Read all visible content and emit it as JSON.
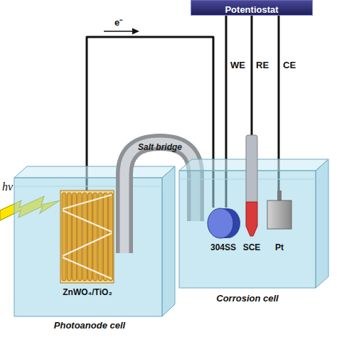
{
  "diagram": {
    "nodes": [
      {
        "text": [
          "Potentiostat"
        ]
      },
      {
        "text": [
          "Photoanode cell"
        ]
      },
      {
        "text": [
          "ZnWO₄/TiO₂"
        ],
        "in": 1
      },
      {
        "text": [
          "Salt bridge"
        ]
      },
      {
        "text": [
          "Corrosion cell"
        ]
      },
      {
        "text": [
          "304SS"
        ],
        "in": 4
      },
      {
        "text": [
          "SCE"
        ],
        "in": 4
      },
      {
        "text": [
          "Pt"
        ],
        "in": 4
      }
    ],
    "edges": [
      {
        "from": 2,
        "to": 5,
        "label": "e⁻",
        "arrow": "none"
      },
      {
        "from": 0,
        "to": 5,
        "label": "WE",
        "arrow": "none"
      },
      {
        "from": 0,
        "to": 6,
        "label": "RE",
        "arrow": "none"
      },
      {
        "from": 0,
        "to": 7,
        "label": "CE",
        "arrow": "none"
      }
    ],
    "labels": [
      "hν"
    ]
  }
}
